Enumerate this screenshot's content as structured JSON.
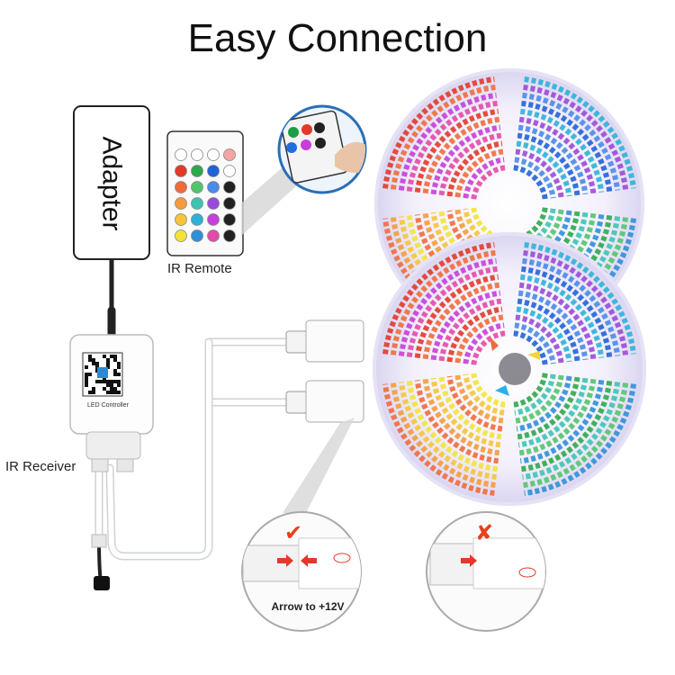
{
  "title": "Easy Connection",
  "labels": {
    "adapter": "Adapter",
    "ir_remote": "IR Remote",
    "ir_receiver": "IR Receiver",
    "controller": "LED Controller",
    "arrow_note": "Arrow to +12V"
  },
  "marks": {
    "correct": "✔",
    "wrong": "✘"
  },
  "colors": {
    "correct_mark": "#e8401c",
    "wrong_mark": "#e8401c",
    "arrow": "#e23a2a",
    "cable": "#ffffff",
    "cable_outline": "#cfd3d6"
  }
}
